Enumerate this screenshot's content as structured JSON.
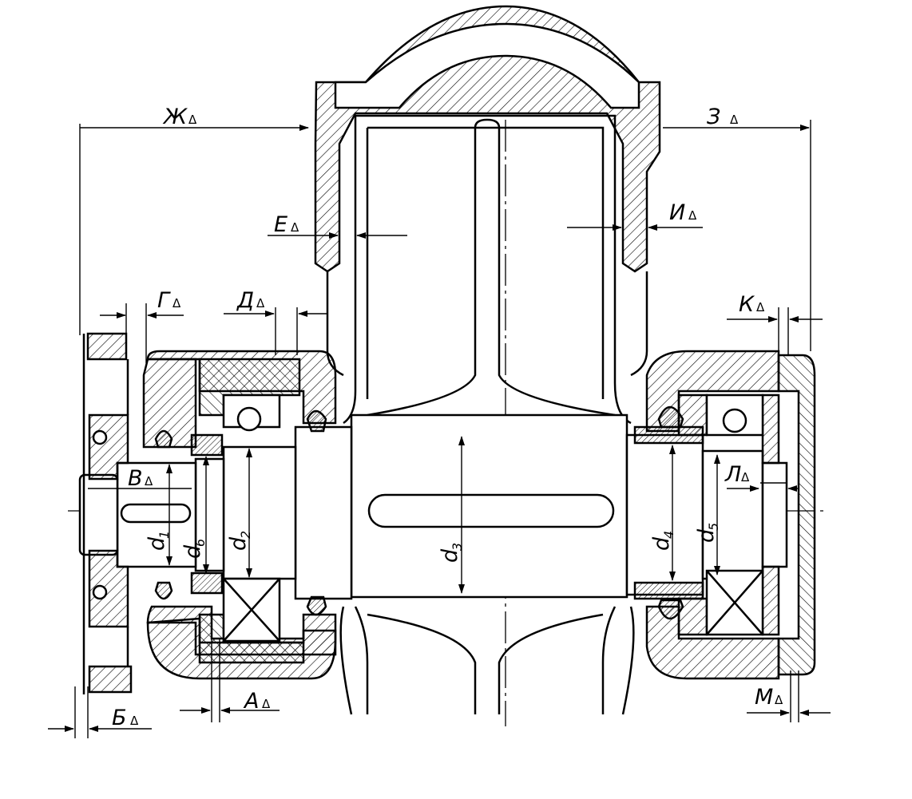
{
  "dimension_labels": {
    "A": "А",
    "B": "Б",
    "V": "В",
    "G": "Г",
    "D": "Д",
    "E": "Е",
    "Zh": "Ж",
    "Z": "З",
    "I": "И",
    "K": "К",
    "L": "Л",
    "M": "М"
  },
  "tolerance_symbol": "Δ",
  "diameter_labels": {
    "d1": {
      "letter": "d",
      "index": "1"
    },
    "d2": {
      "letter": "d",
      "index": "2"
    },
    "d3": {
      "letter": "d",
      "index": "3"
    },
    "d4": {
      "letter": "d",
      "index": "4"
    },
    "d5": {
      "letter": "d",
      "index": "5"
    },
    "d6": {
      "letter": "d",
      "index": "6"
    }
  }
}
